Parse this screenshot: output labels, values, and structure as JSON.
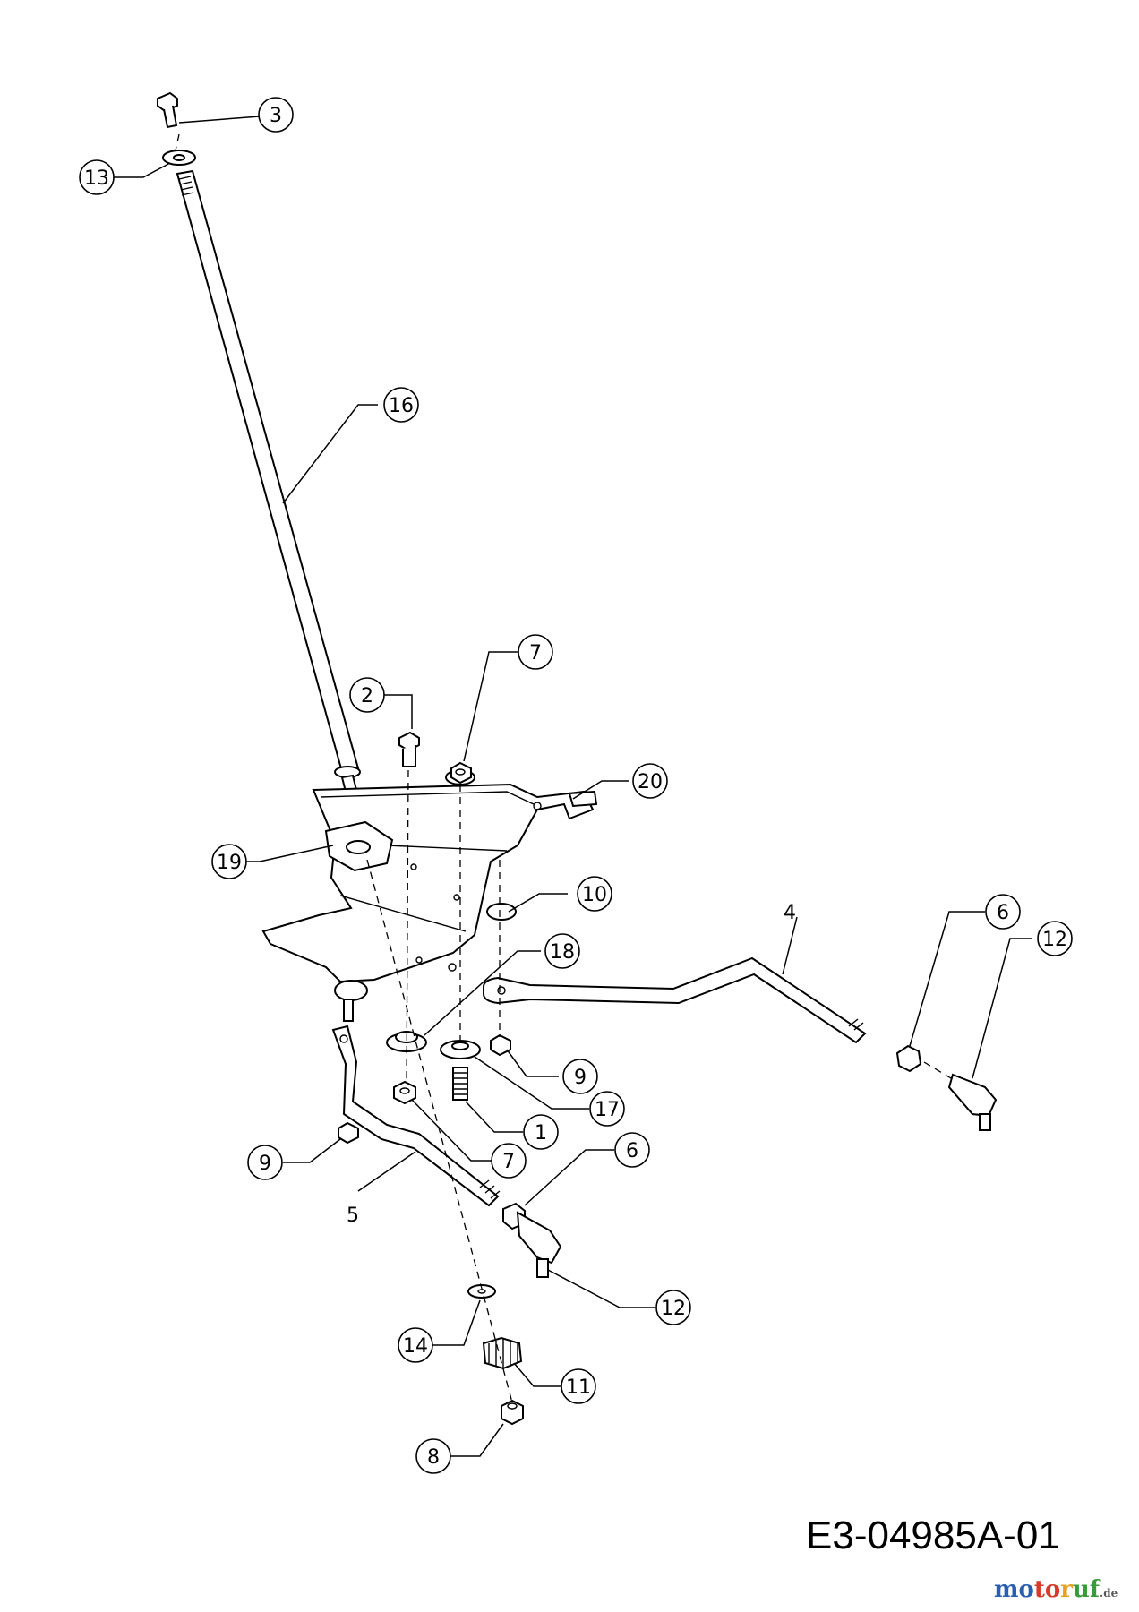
{
  "callouts": [
    "3",
    "13",
    "16",
    "2",
    "7",
    "20",
    "19",
    "10",
    "18",
    "4",
    "6",
    "12",
    "9",
    "17",
    "1",
    "7",
    "9",
    "6",
    "5",
    "12",
    "14",
    "11",
    "8"
  ],
  "drawing_code": "E3-04985A-01",
  "watermark": "motoruf.de"
}
